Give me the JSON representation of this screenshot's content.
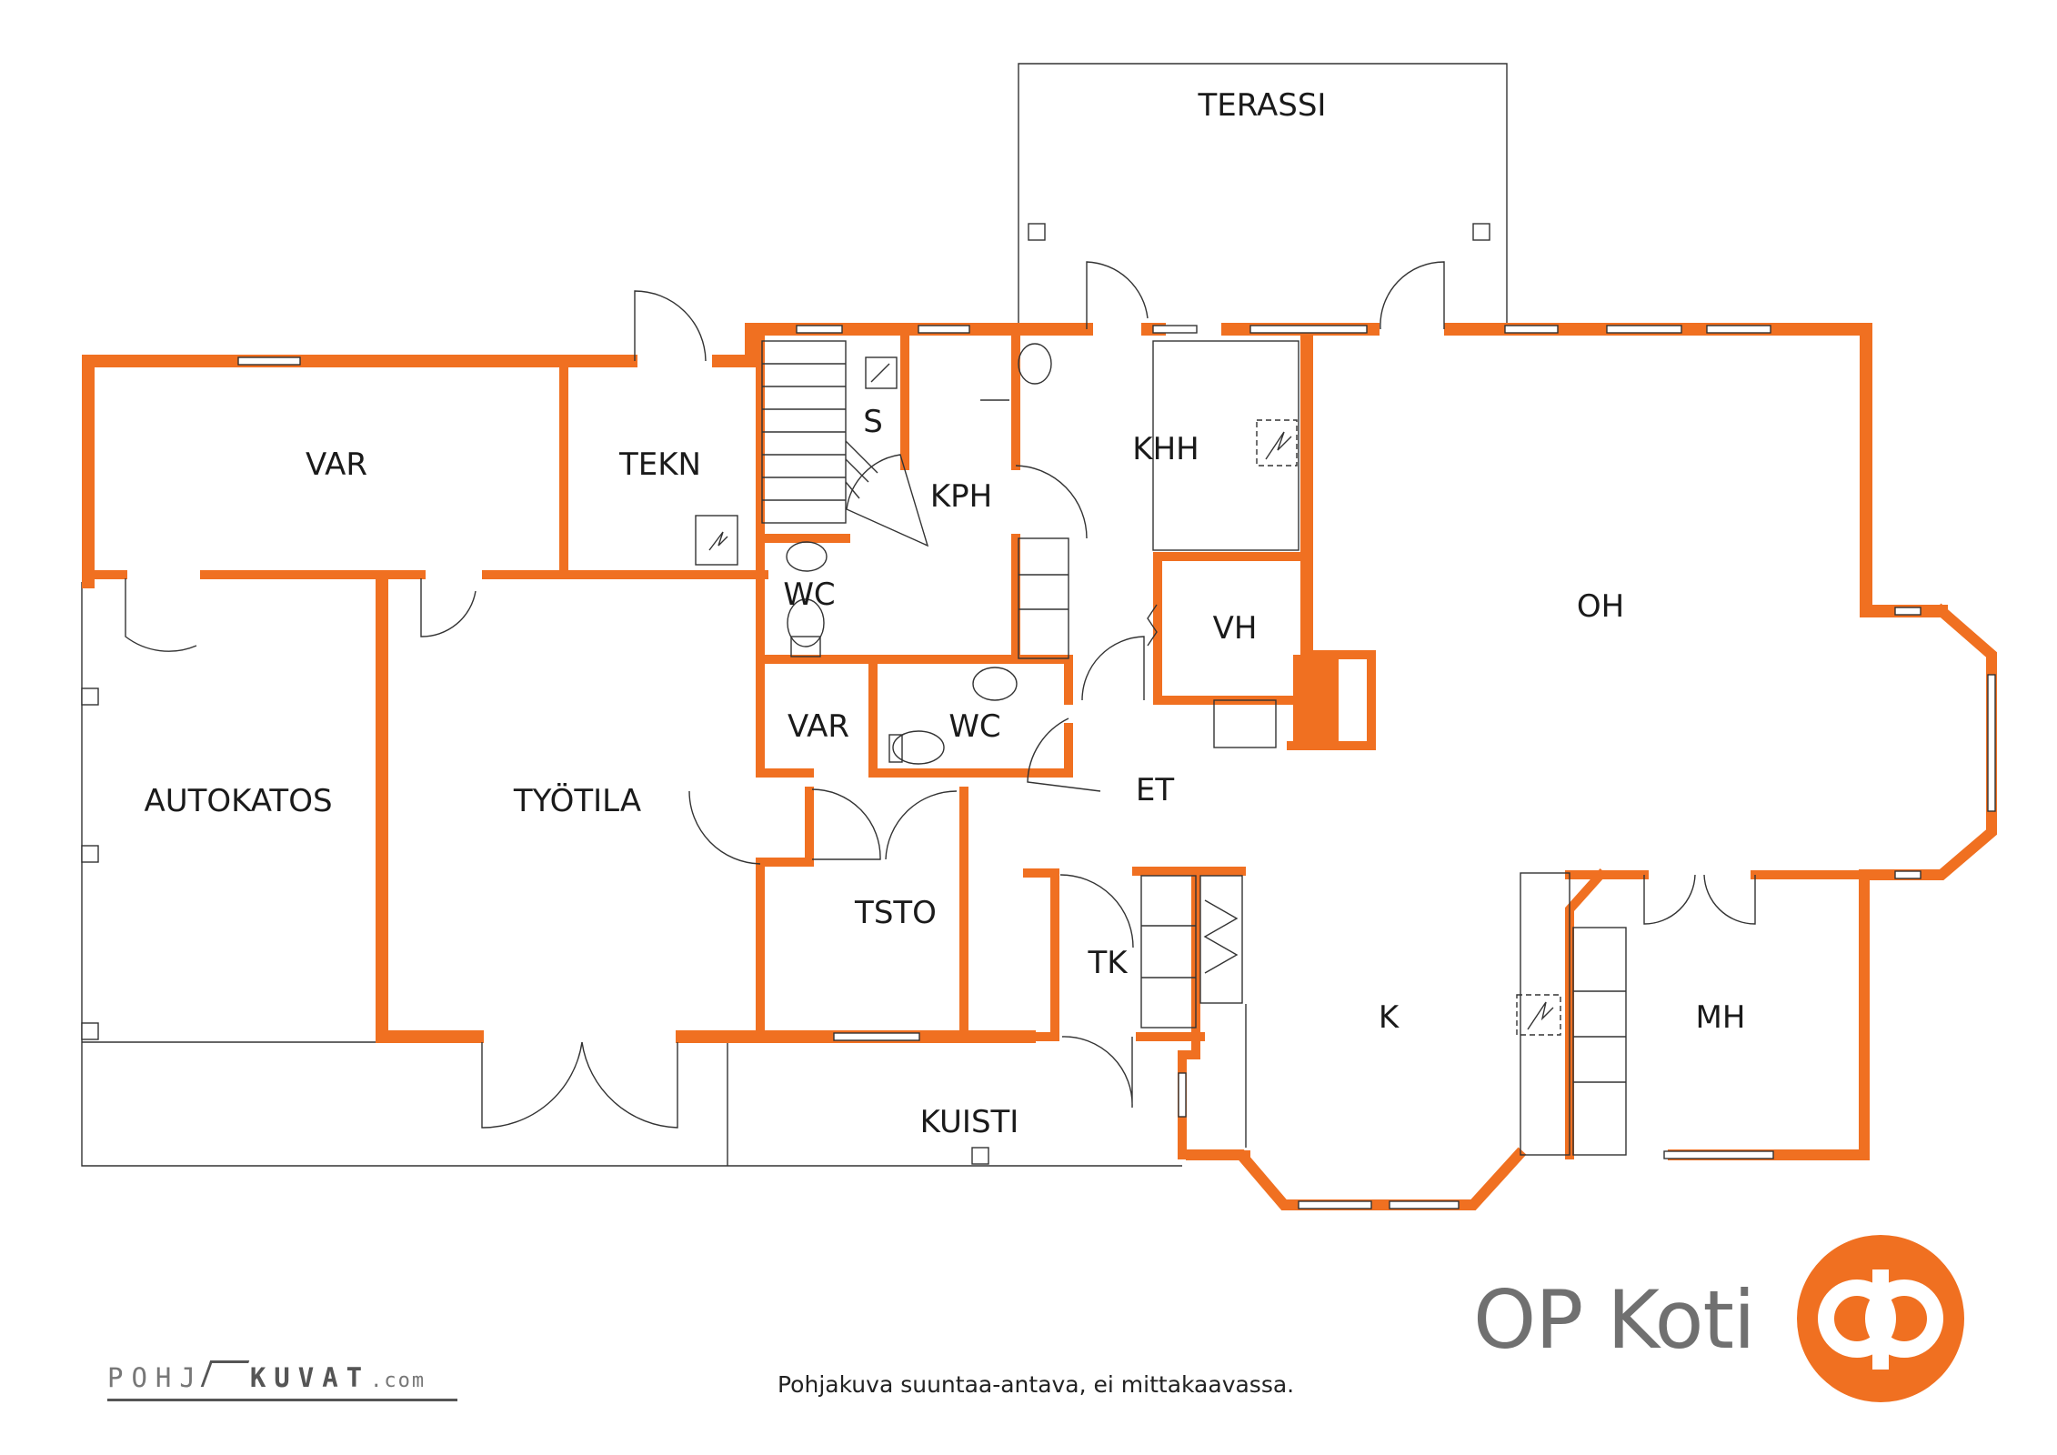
{
  "rooms": {
    "terassi": "TERASSI",
    "var_top": "VAR",
    "tekn": "TEKN",
    "s": "S",
    "kph": "KPH",
    "khh": "KHH",
    "oh": "OH",
    "wc_upper": "WC",
    "vh": "VH",
    "autokatos": "AUTOKATOS",
    "tyotila": "TYÖTILA",
    "var_mid": "VAR",
    "wc_mid": "WC",
    "et": "ET",
    "tsto": "TSTO",
    "tk": "TK",
    "k": "K",
    "mh": "MH",
    "kuisti": "KUISTI"
  },
  "footer": {
    "brand": "OP Koti",
    "disclaimer": "Pohjakuva suuntaa-antava, ei mittakaavassa.",
    "credit_part1": "POHJ",
    "credit_part2": "KUVAT",
    "credit_part3": ".com"
  },
  "colors": {
    "wall": "#f07021",
    "brand_gray": "#707070",
    "logo_orange": "#f07021"
  },
  "icons": {
    "logo": "op-logo-icon",
    "electric_panel": "electric-panel-icon"
  }
}
